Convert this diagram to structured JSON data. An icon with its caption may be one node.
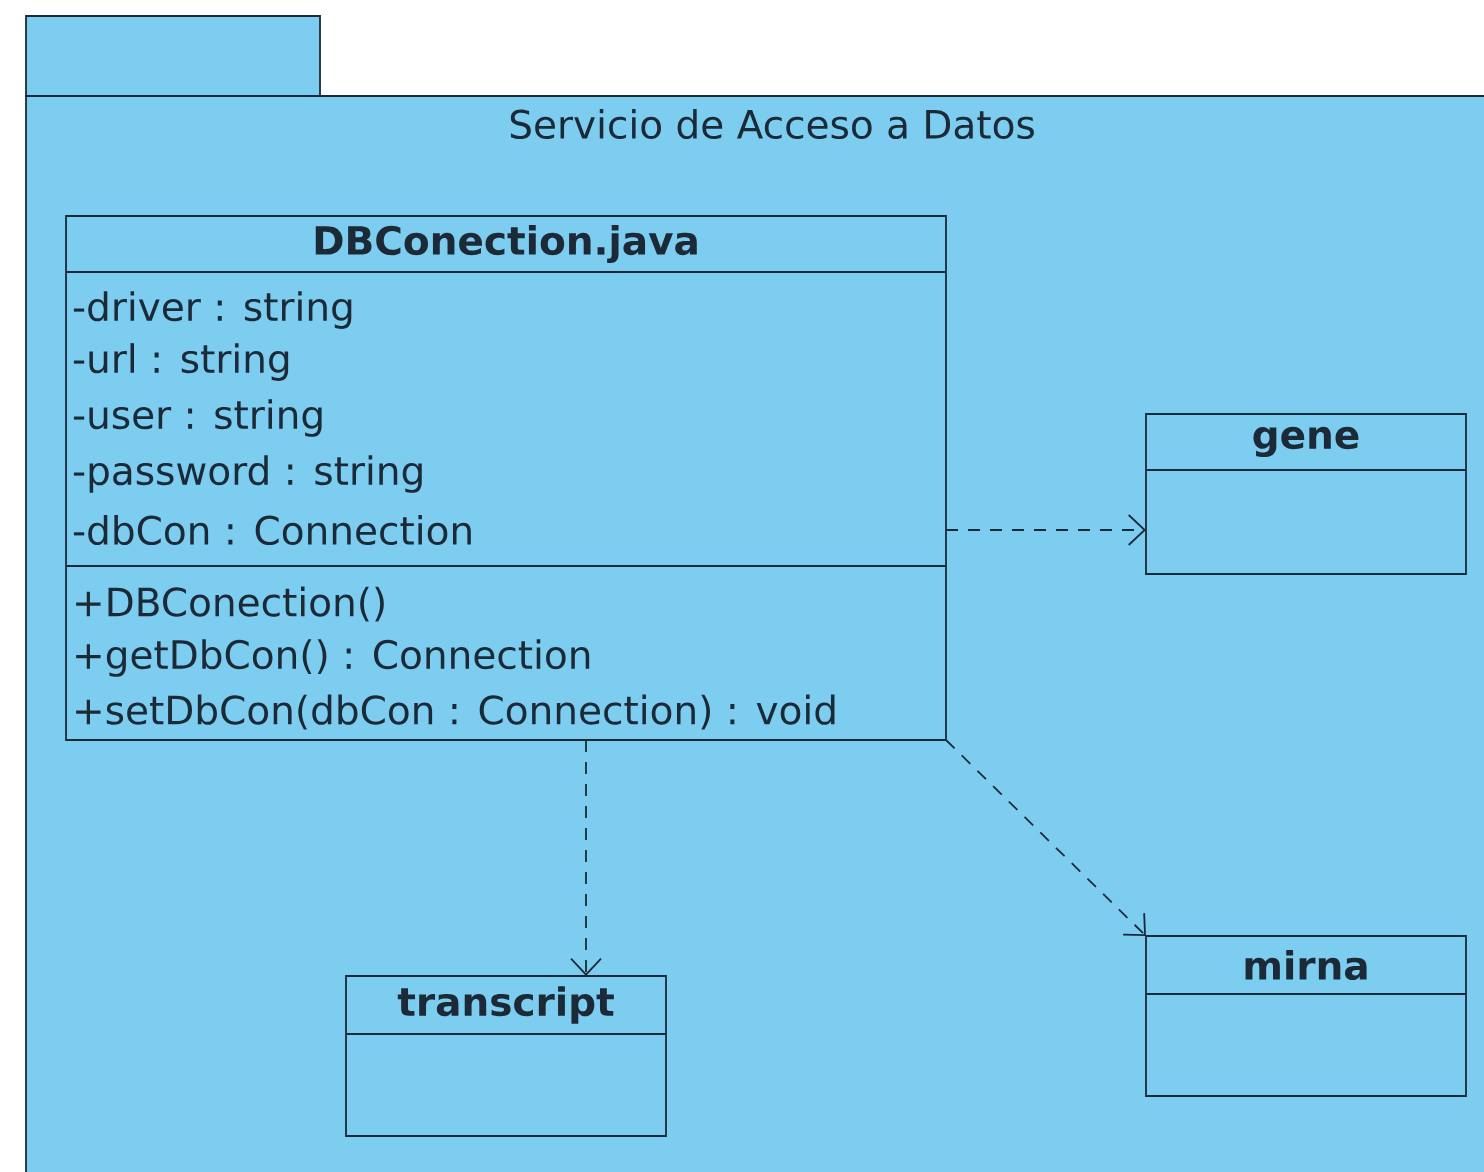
{
  "diagram": {
    "nodes": [
      {
        "text": [
          "Servicio de Acceso a Datos"
        ]
      },
      {
        "text": [
          "DBConection.java",
          "-driver : string",
          "-url : string",
          "-user : string",
          "-password : string",
          "-dbCon : Connection",
          "+DBConection()",
          "+getDbCon() : Connection",
          "+setDbCon(dbCon : Connection) : void"
        ],
        "in": 0
      },
      {
        "text": [
          "gene"
        ],
        "in": 0
      },
      {
        "text": [
          "transcript"
        ],
        "in": 0
      },
      {
        "text": [
          "mirna"
        ],
        "in": 0
      }
    ],
    "edges": [
      {
        "from": 1,
        "to": 2,
        "arrow": "to",
        "style": "dashed"
      },
      {
        "from": 1,
        "to": 3,
        "arrow": "to",
        "style": "dashed"
      },
      {
        "from": 1,
        "to": 4,
        "arrow": "to",
        "style": "dashed"
      }
    ]
  }
}
